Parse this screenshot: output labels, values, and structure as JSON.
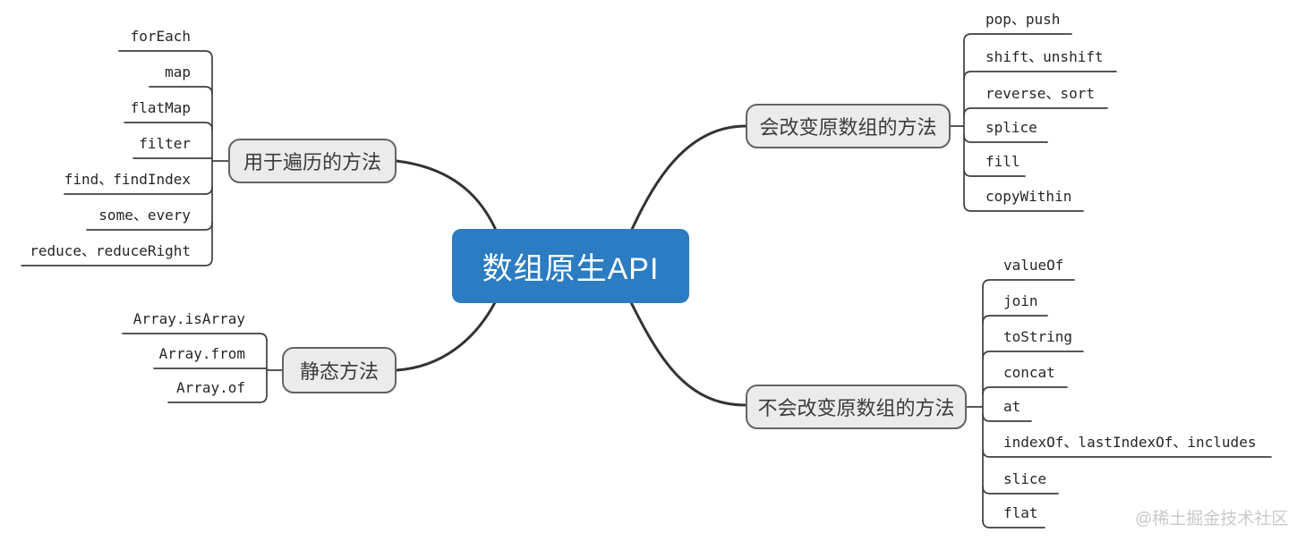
{
  "root": {
    "label": "数组原生API"
  },
  "branches": [
    {
      "label": "用于遍历的方法",
      "items": [
        "forEach",
        "map",
        "flatMap",
        "filter",
        "find、findIndex",
        "some、every",
        "reduce、reduceRight"
      ]
    },
    {
      "label": "静态方法",
      "items": [
        "Array.isArray",
        "Array.from",
        "Array.of"
      ]
    },
    {
      "label": "会改变原数组的方法",
      "items": [
        "pop、push",
        "shift、unshift",
        "reverse、sort",
        "splice",
        "fill",
        "copyWithin"
      ]
    },
    {
      "label": "不会改变原数组的方法",
      "items": [
        "valueOf",
        "join",
        "toString",
        "concat",
        "at",
        "indexOf、lastIndexOf、includes",
        "slice",
        "flat"
      ]
    }
  ],
  "watermark": {
    "label": "@稀土掘金技术社区"
  },
  "colors": {
    "accent": "#2B7CC1",
    "node_fill": "#EBEBEB",
    "node_border": "#636363",
    "line": "#333333",
    "leaf_text": "#262626",
    "watermark": "#c9c9c9"
  }
}
